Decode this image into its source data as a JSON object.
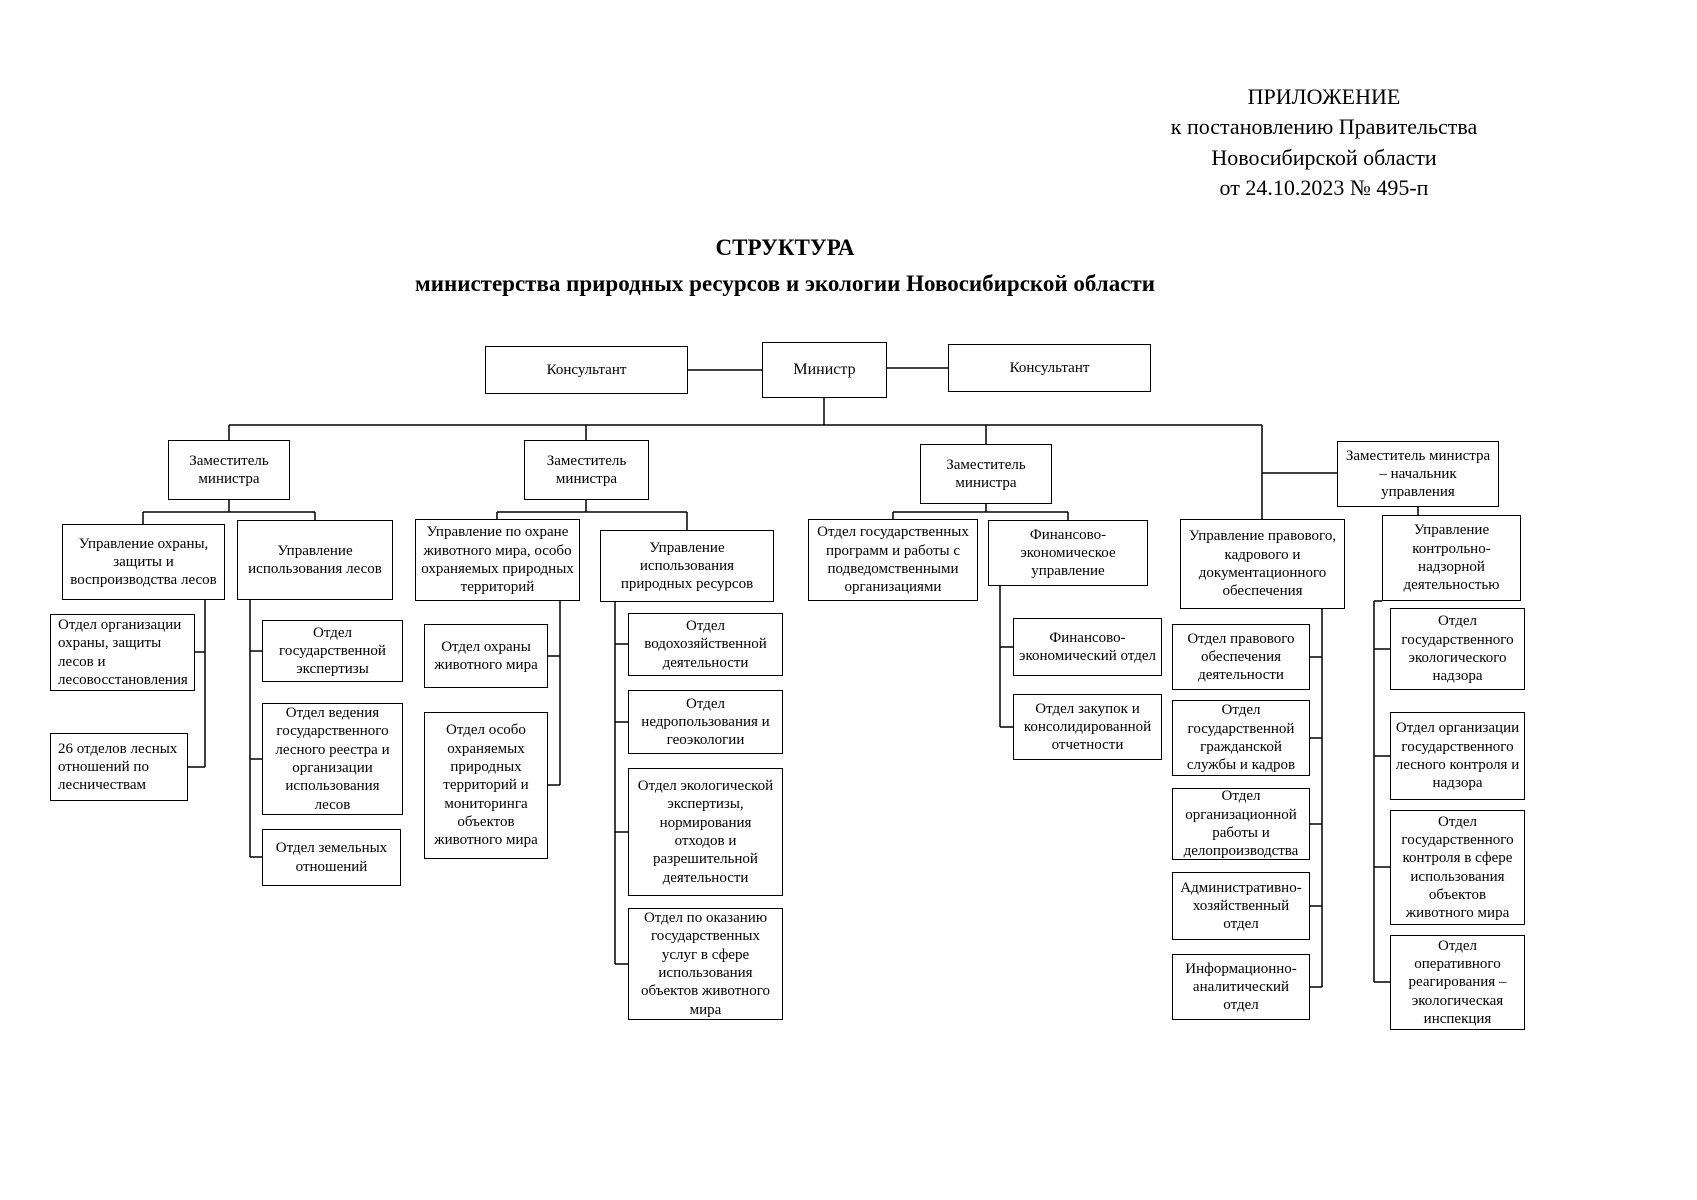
{
  "header": {
    "line1": "ПРИЛОЖЕНИЕ",
    "line2": "к постановлению Правительства",
    "line3": "Новосибирской области",
    "line4": "от 24.10.2023  № 495-п"
  },
  "title": {
    "line1": "СТРУКТУРА",
    "line2": "министерства природных ресурсов и экологии Новосибирской области"
  },
  "nodes": {
    "minister": "Министр",
    "consultant_left": "Консультант",
    "consultant_right": "Консультант",
    "deputy1": "Заместитель министра",
    "deputy2": "Заместитель министра",
    "deputy3": "Заместитель министра",
    "deputy4": "Заместитель министра – начальник управления",
    "upr_ohrany": "Управление охраны, защиты и воспроизводства лесов",
    "upr_ispolzovaniya_lesov": "Управление использования лесов",
    "otdel_org_ohrany": "Отдел организации охраны, защиты лесов и лесовосстановления",
    "otdely_lesnyh": "26 отделов лесных отношений по лесничествам",
    "otdel_gos_ekspertizy": "Отдел государственной экспертизы",
    "otdel_vedeniya_reestra": "Отдел ведения государственного лесного реестра и организации использования лесов",
    "otdel_zemelnyh": "Отдел земельных отношений",
    "upr_ohrane_zhivotnogo_mira": "Управление по охране животного мира, особо охраняемых природных территорий",
    "otdel_ohrany_zhivotnogo_mira": "Отдел охраны животного мира",
    "otdel_oopt": "Отдел особо охраняемых природных территорий и мониторинга объектов животного мира",
    "upr_prirodnyh_resursov": "Управление использования природных ресурсов",
    "otdel_vodohoz": "Отдел водохозяйственной деятельности",
    "otdel_nedropolzovaniya": "Отдел недропользования и геоэкологии",
    "otdel_ekol_ekspertizy": "Отдел экологической экспертизы, нормирования отходов и разрешительной деятельности",
    "otdel_gos_uslug": "Отдел по оказанию государственных услуг в сфере использования объектов животного мира",
    "otdel_gos_programm": "Отдел государственных программ и работы с подведомственными организациями",
    "fin_upravlenie": "Финансово-экономическое управление",
    "fin_otdel": "Финансово-экономический отдел",
    "otdel_zakupok": "Отдел закупок и консолидированной отчетности",
    "upr_pravovogo": "Управление правового, кадрового и документационного обеспечения",
    "otdel_pravovogo_obespecheniya": "Отдел правового обеспечения деятельности",
    "otdel_gos_grazhdanskoy": "Отдел государственной гражданской службы и кадров",
    "otdel_org_raboty": "Отдел организационной работы и делопроизводства",
    "adm_hoz_otdel": "Административно-хозяйственный отдел",
    "inf_analit_otdel": "Информационно-аналитический отдел",
    "upr_kontrolno_nadzornoy": "Управление контрольно-надзорной деятельностью",
    "otdel_gos_ekol_nadzora": "Отдел государственного экологического надзора",
    "otdel_org_gos_lesnogo_kontrolya": "Отдел организации государственного лесного контроля и надзора",
    "otdel_gos_kontrolya_zhivotnogo": "Отдел государственного контроля в сфере использования объектов животного мира",
    "otdel_oper_reagirovaniya": "Отдел оперативного реагирования – экологическая инспекция"
  }
}
